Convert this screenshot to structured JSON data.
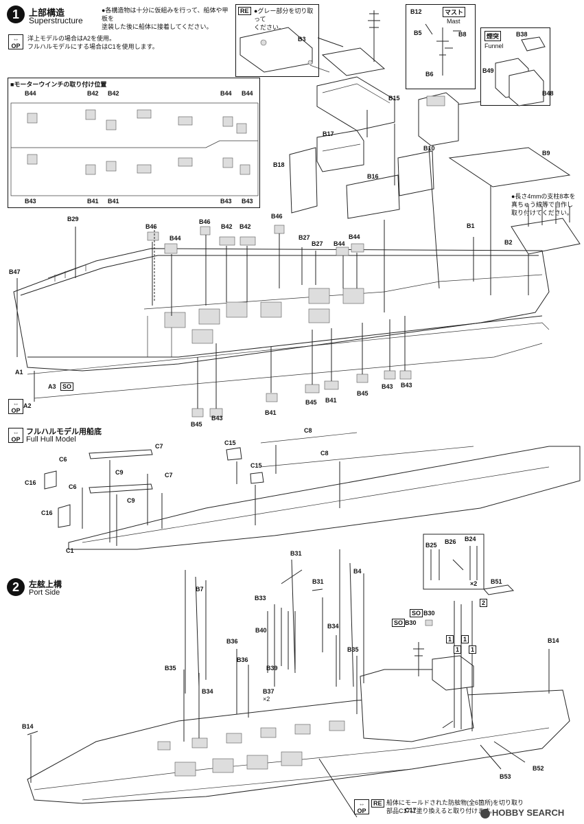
{
  "step1": {
    "number": "1",
    "title_jp": "上部構造",
    "title_en": "Superstructure",
    "note": "●各構造物は十分に仮組みを行って、船体や甲板を\n塗装した後に船体に接着してください。",
    "op_label": "OP",
    "op_note": "洋上モデルの場合はA2を使用。\nフルハルモデルにする場合はC1を使用します。",
    "re_tag": "RE",
    "re_note": "●グレー部分を切り取って\nください。",
    "mast_tag": "マスト",
    "mast_en": "Mast",
    "funnel_tag": "煙突",
    "funnel_en": "Funnel",
    "winch_title": "■モーターウインチの取り付け位置",
    "pole_note": "●長さ4mmの支柱8本を\n真ちゅう線等で自作し\n取り付けてください。"
  },
  "full_hull": {
    "op_label": "OP",
    "title_jp": "フルハルモデル用船底",
    "title_en": "Full Hull Model"
  },
  "step2": {
    "number": "2",
    "title_jp": "左舷上構",
    "title_en": "Port Side",
    "x2_a": "×2",
    "x2_b": "×2",
    "bottom_note": "船体にモールドされた防舷物(全6箇所)を切り取り\n部品C17に塗り換えると取り付けます。"
  },
  "tags": {
    "so": "SO",
    "re": "RE",
    "op": "OP"
  },
  "parts": {
    "step1": [
      "B12",
      "B5",
      "B8",
      "B6",
      "B3",
      "B15",
      "B38",
      "B49",
      "B48",
      "B17",
      "B18",
      "B10",
      "B16",
      "B9",
      "B1",
      "B2",
      "B29",
      "B46",
      "B44",
      "B46",
      "B42",
      "B42",
      "B46",
      "B27",
      "B27",
      "B44",
      "B44",
      "B47",
      "A1",
      "A3",
      "A2",
      "B45",
      "B43",
      "B45",
      "B41",
      "B41",
      "B45",
      "B43",
      "B43"
    ],
    "winch": [
      "B44",
      "B42",
      "B42",
      "B44",
      "B44",
      "B43",
      "B41",
      "B41",
      "B43",
      "B43"
    ],
    "hull": [
      "C15",
      "C8",
      "C6",
      "C7",
      "C9",
      "C16",
      "C7",
      "C6",
      "C9",
      "C15",
      "C8",
      "C16",
      "C1"
    ],
    "step2": [
      "B31",
      "B25",
      "B26",
      "B24",
      "B4",
      "B31",
      "B7",
      "B51",
      "B33",
      "B30",
      "B30",
      "B34",
      "B40",
      "B36",
      "B36",
      "B35",
      "B39",
      "B35",
      "B37",
      "B34",
      "B14",
      "B14",
      "B53",
      "B52",
      "C17"
    ],
    "counts": [
      "1",
      "1",
      "1",
      "1",
      "2"
    ]
  },
  "watermark": "HOBBY SEARCH"
}
